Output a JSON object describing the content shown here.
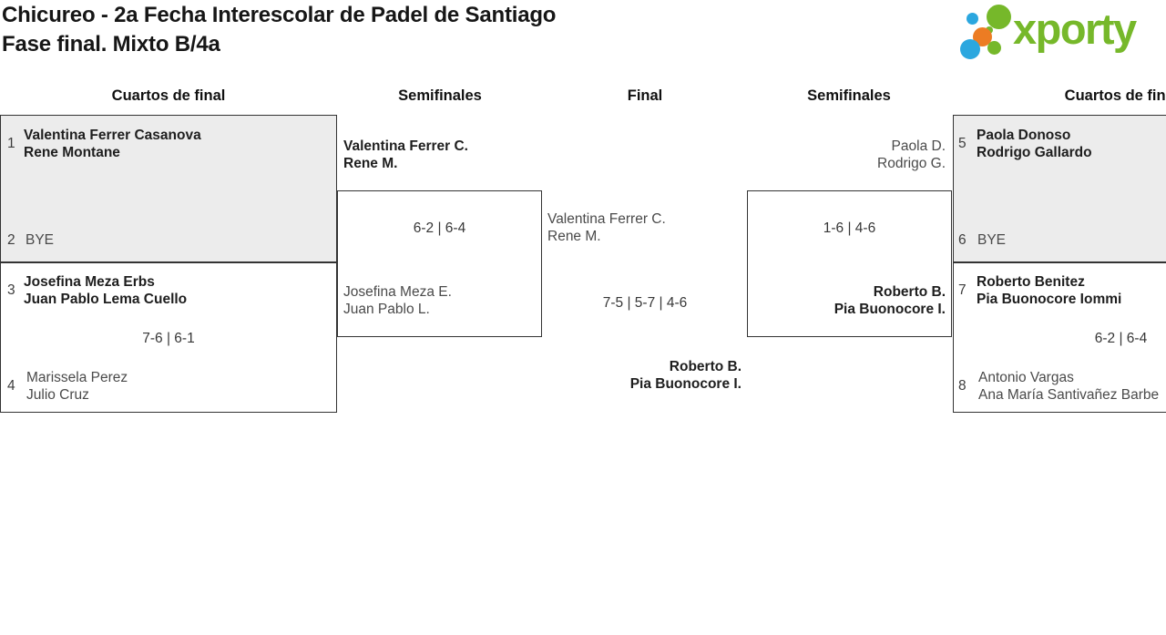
{
  "header": {
    "title_line1": "Chicureo - 2a Fecha Interescolar de Padel de Santiago",
    "title_line2": "Fase final. Mixto B/4a"
  },
  "logo": {
    "text": "xporty",
    "colors": {
      "green": "#76b82a",
      "blue": "#2ba7df",
      "orange": "#ec7c23"
    }
  },
  "colors": {
    "bye_box_fill": "#ececec",
    "box_border": "#333333",
    "winner_text": "#1e1e1e",
    "loser_text": "#4a4a4a"
  },
  "rounds": [
    "Cuartos de final",
    "Semifinales",
    "Final",
    "Semifinales",
    "Cuartos de final"
  ],
  "matches": {
    "m1": {
      "seed1": "1",
      "t1a": "Valentina Ferrer Casanova",
      "t1b": "Rene Montane",
      "seed2": "2",
      "t2a": "BYE"
    },
    "m2": {
      "seed1": "3",
      "t1a": "Josefina Meza Erbs",
      "t1b": "Juan Pablo Lema Cuello",
      "score": "7-6 | 6-1",
      "seed2": "4",
      "t2a": "Marissela Perez",
      "t2b": "Julio Cruz"
    },
    "sf1": {
      "t1a": "Valentina Ferrer C.",
      "t1b": "Rene M.",
      "score": "6-2 | 6-4",
      "t2a": "Josefina Meza E.",
      "t2b": "Juan Pablo L."
    },
    "final": {
      "t1a": "Valentina Ferrer C.",
      "t1b": "Rene M.",
      "score": "7-5 | 5-7 | 4-6",
      "t2a": "Roberto B.",
      "t2b": "Pia Buonocore I."
    },
    "sf2": {
      "t1a": "Paola D.",
      "t1b": "Rodrigo G.",
      "score": "1-6 | 4-6",
      "t2a": "Roberto B.",
      "t2b": "Pia Buonocore I."
    },
    "m3": {
      "seed1": "5",
      "t1a": "Paola Donoso",
      "t1b": "Rodrigo Gallardo",
      "seed2": "6",
      "t2a": "BYE"
    },
    "m4": {
      "seed1": "7",
      "t1a": "Roberto Benitez",
      "t1b": "Pia Buonocore Iommi",
      "score": "6-2 | 6-4",
      "seed2": "8",
      "t2a": "Antonio Vargas",
      "t2b": "Ana María Santivañez Barbe"
    }
  }
}
